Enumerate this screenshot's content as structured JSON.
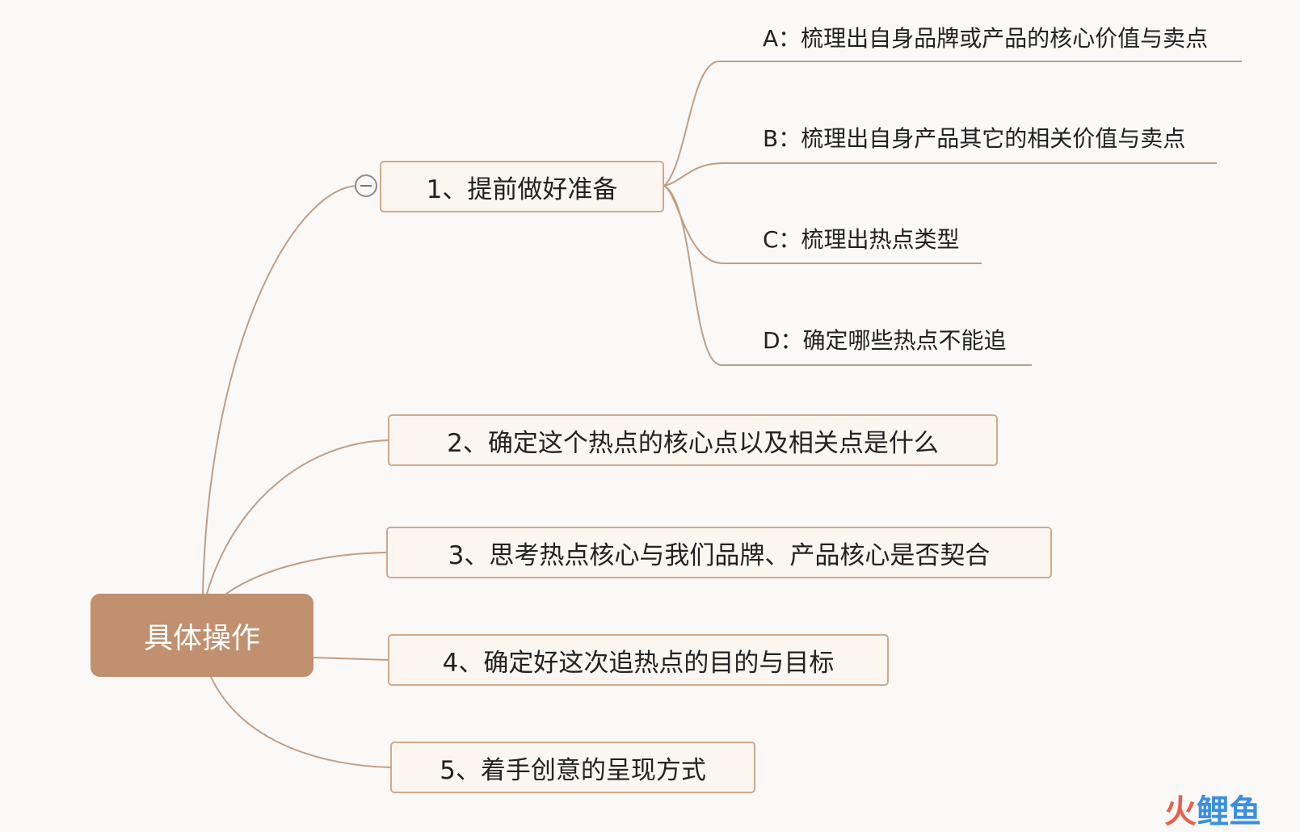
{
  "root": {
    "label": "具体操作"
  },
  "branches": [
    {
      "label": "1、提前做好准备",
      "children": [
        "A：梳理出自身品牌或产品的核心价值与卖点",
        "B：梳理出自身产品其它的相关价值与卖点",
        "C：梳理出热点类型",
        "D：确定哪些热点不能追"
      ]
    },
    {
      "label": "2、确定这个热点的核心点以及相关点是什么"
    },
    {
      "label": "3、思考热点核心与我们品牌、产品核心是否契合"
    },
    {
      "label": "4、确定好这次追热点的目的与目标"
    },
    {
      "label": "5、着手创意的呈现方式"
    }
  ],
  "watermark": {
    "part1": "火",
    "part2": "鲤鱼"
  },
  "colors": {
    "root_fill": "#c0906f",
    "connector": "#c29d82",
    "box_border": "#d1a989",
    "box_fill": "#fbf6f0",
    "watermark_red": "#e8614a",
    "watermark_blue": "#3a8fe3"
  }
}
